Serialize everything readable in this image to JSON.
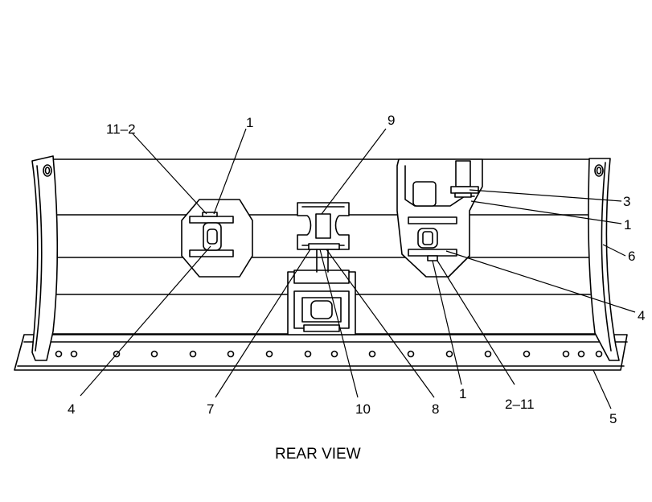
{
  "caption": "REAR VIEW",
  "callouts": {
    "c11_2": "11–2",
    "c1_left": "1",
    "c9": "9",
    "c3": "3",
    "c1_right": "1",
    "c6": "6",
    "c4_right": "4",
    "c4_left": "4",
    "c7": "7",
    "c10": "10",
    "c8": "8",
    "c1_bottom": "1",
    "c2_11": "2–11",
    "c5": "5"
  }
}
